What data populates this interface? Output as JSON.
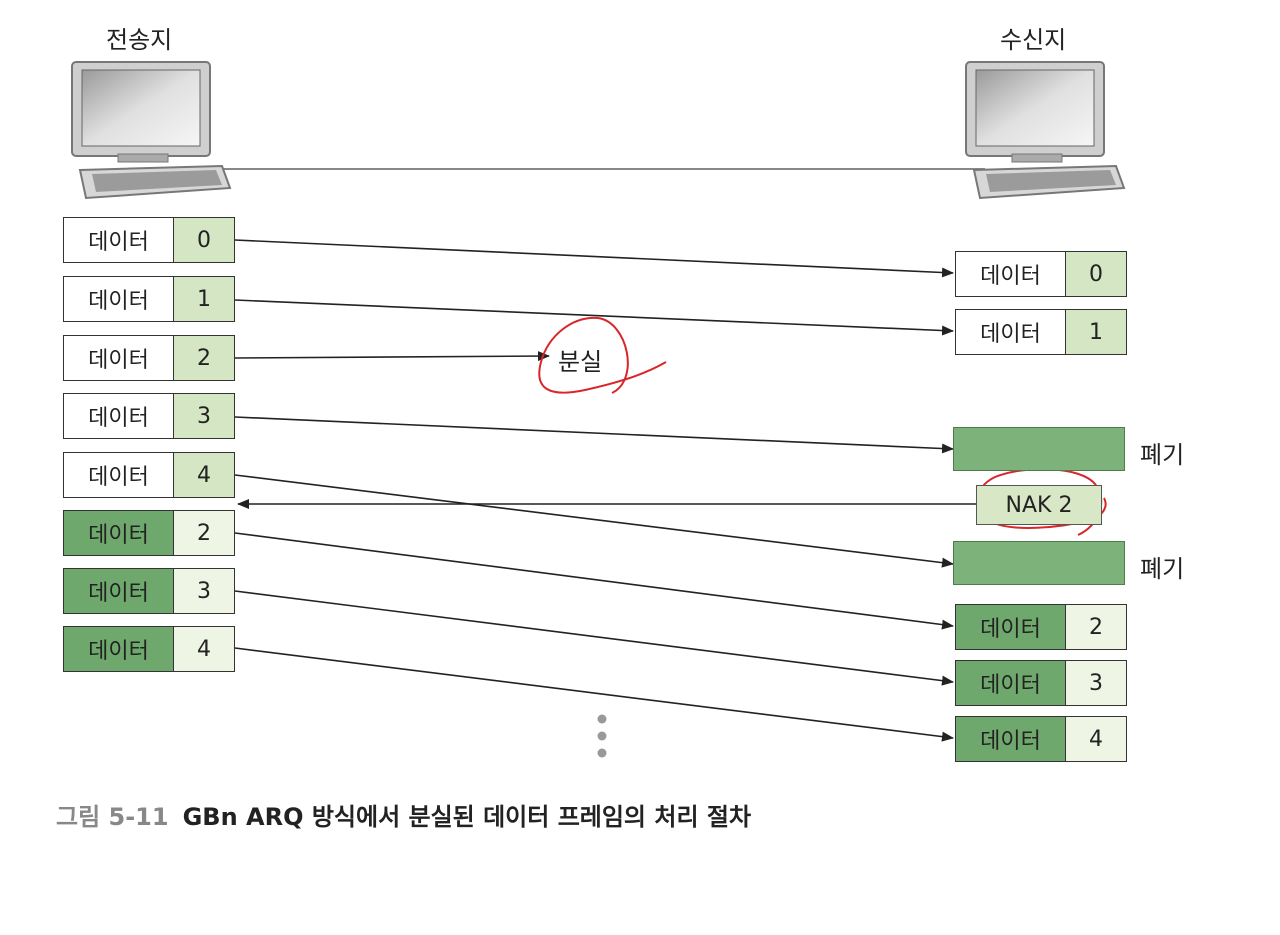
{
  "sender_label": "전송지",
  "receiver_label": "수신지",
  "frame_word": "데이터",
  "sender_frames": [
    {
      "num": "0",
      "style": "normal"
    },
    {
      "num": "1",
      "style": "normal"
    },
    {
      "num": "2",
      "style": "normal"
    },
    {
      "num": "3",
      "style": "normal"
    },
    {
      "num": "4",
      "style": "normal"
    },
    {
      "num": "2",
      "style": "resent"
    },
    {
      "num": "3",
      "style": "resent"
    },
    {
      "num": "4",
      "style": "resent"
    }
  ],
  "receiver_frames": [
    {
      "num": "0",
      "style": "normal"
    },
    {
      "num": "1",
      "style": "normal"
    },
    {
      "num": "2",
      "style": "resent"
    },
    {
      "num": "3",
      "style": "resent"
    },
    {
      "num": "4",
      "style": "resent"
    }
  ],
  "lost_label": "분실",
  "discard_label": "폐기",
  "nak_label": "NAK 2",
  "caption": {
    "figure": "그림 5-11",
    "text": "GBn ARQ 방식에서 분실된 데이터 프레임의 처리 절차"
  },
  "colors": {
    "frame_green_dark": "#6fa86d",
    "frame_green_light": "#d4e6c4",
    "annotation_red": "#d9262b"
  }
}
